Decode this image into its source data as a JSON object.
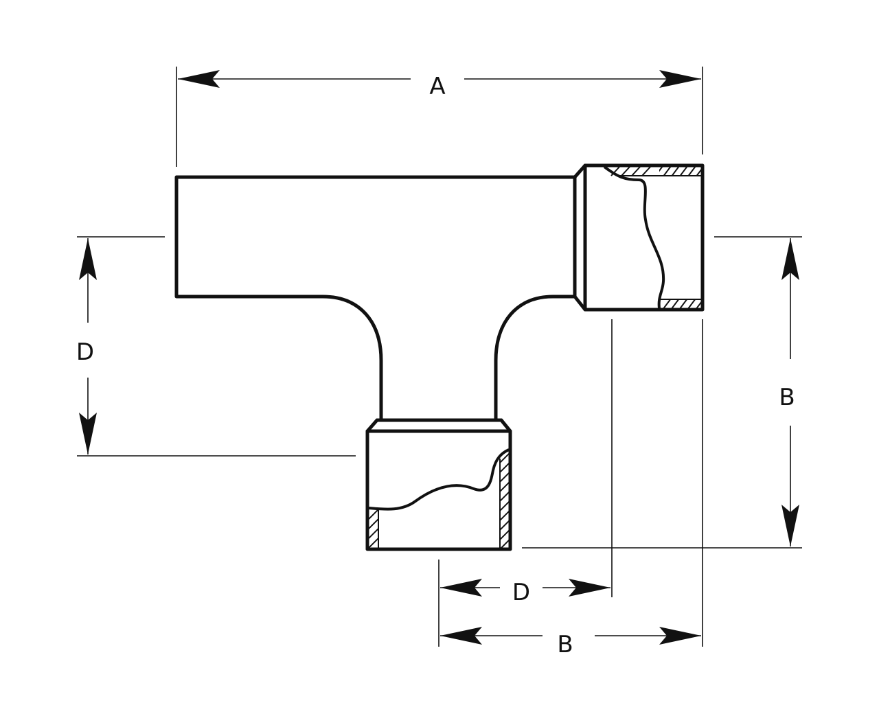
{
  "labels": {
    "top_width": "A",
    "left_depth": "D",
    "right_height": "B",
    "bottom_depth": "D",
    "bottom_width": "B"
  },
  "colors": {
    "line": "#111111",
    "background": "#ffffff"
  }
}
